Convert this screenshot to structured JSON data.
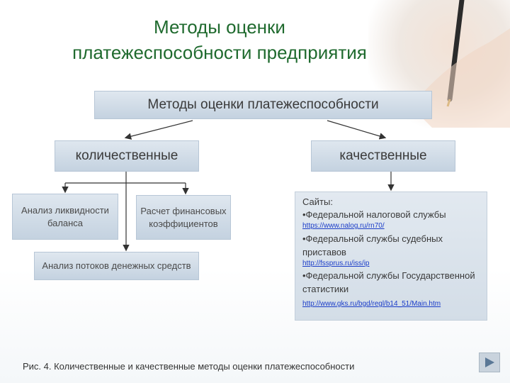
{
  "title": {
    "line1": "Методы оценки",
    "line2": "платежеспособности предприятия"
  },
  "diagram": {
    "root": "Методы оценки платежеспособности",
    "quantitative": {
      "label": "количественные",
      "items": [
        "Анализ ликвидности баланса",
        "Расчет финансовых коэффициентов",
        "Анализ потоков денежных средств"
      ]
    },
    "qualitative": {
      "label": "качественные",
      "sites_header": "Сайты:",
      "entries": [
        {
          "text": "•Федеральной налоговой службы",
          "link": "https://www.nalog.ru/rn70/"
        },
        {
          "text": "•Федеральной службы судебных приставов",
          "link": "http://fssprus.ru/iss/ip"
        },
        {
          "text": "•Федеральной службы Государственной статистики",
          "link": "http://www.gks.ru/bgd/regl/b14_51/Main.htm"
        }
      ]
    }
  },
  "caption": "Рис. 4. Количественные и качественные методы оценки платежеспособности",
  "navigation": {
    "next_icon": "play-triangle-icon"
  },
  "colors": {
    "title": "#1f6a2e",
    "box_fill": "#d3dde7",
    "link": "#1a3cc8"
  }
}
